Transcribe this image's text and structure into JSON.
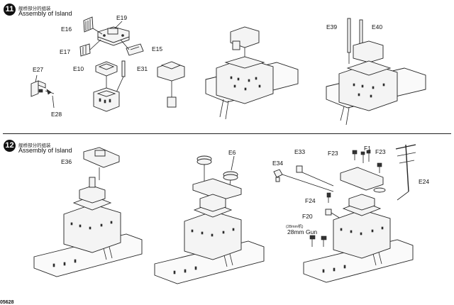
{
  "step11": {
    "number": "11",
    "title_zh": "舰桥部分的组装",
    "title_en": "Assembly of Island",
    "labels": {
      "e16": "E16",
      "e19": "E19",
      "e17": "E17",
      "e15": "E15",
      "e27": "E27",
      "e10": "E10",
      "e31": "E31",
      "e28": "E28",
      "e39": "E39",
      "e40": "E40"
    }
  },
  "step12": {
    "number": "12",
    "title_zh": "舰桥部分的组装",
    "title_en": "Assembly of Island",
    "labels": {
      "e36": "E36",
      "e6": "E6",
      "e33": "E33",
      "e34": "E34",
      "f23a": "F23",
      "f1": "F1",
      "f23b": "F23",
      "e24": "E24",
      "f24": "F24",
      "f20": "F20",
      "gun_zh": "(28mm机)",
      "gun_en": "28mm Gun"
    }
  },
  "footer": {
    "code": "05628"
  }
}
